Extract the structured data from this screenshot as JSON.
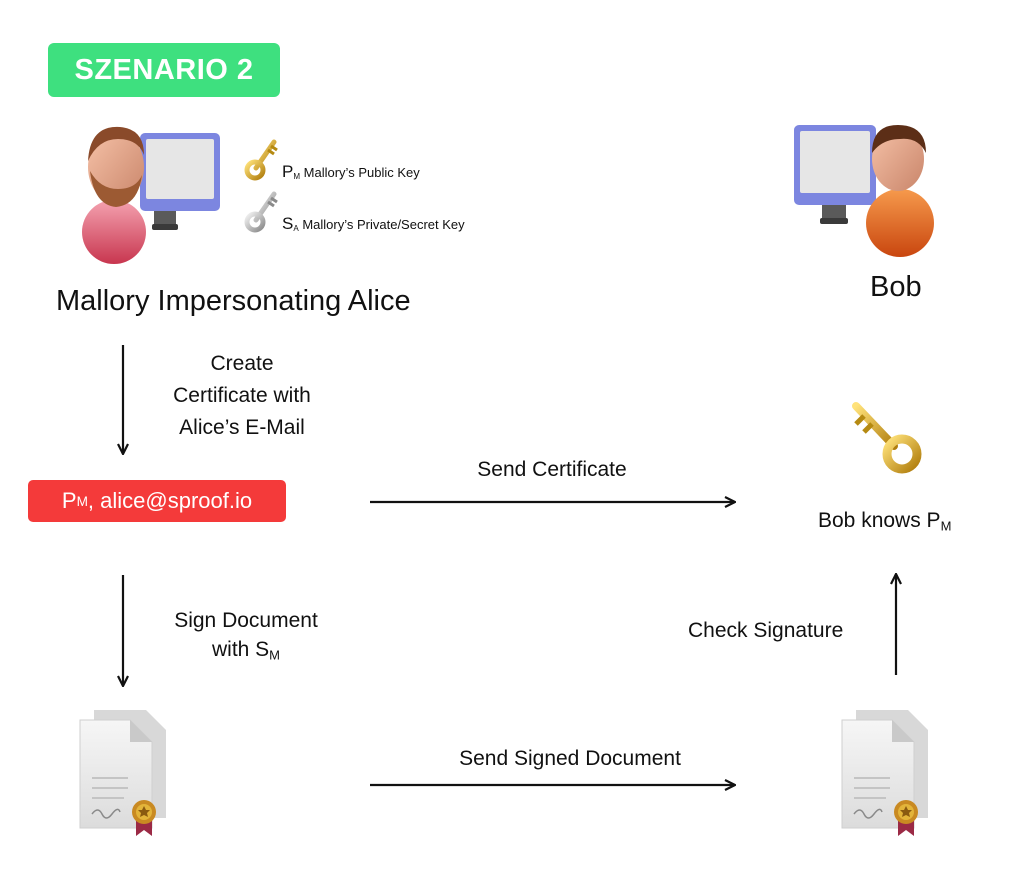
{
  "scenario_label": "SZENARIO 2",
  "mallory": {
    "title": "Mallory Impersonating Alice",
    "public_key": {
      "symbol": "P",
      "sub": "M",
      "text": " Mallory’s Public Key"
    },
    "private_key": {
      "symbol": "S",
      "sub": "A",
      "text": " Mallory’s Private/Secret Key"
    }
  },
  "bob": {
    "title": "Bob",
    "knows": {
      "text": "Bob knows P",
      "sub": "M"
    }
  },
  "steps": {
    "create_certificate": [
      "Create",
      "Certificate with",
      "Alice’s E-Mail"
    ],
    "send_certificate": "Send Certificate",
    "sign_document": {
      "line1": "Sign Document",
      "line2": "with S",
      "sub": "M"
    },
    "check_signature": "Check Signature",
    "send_signed_document": "Send Signed Document"
  },
  "certificate": {
    "symbol": "P",
    "sub": "M",
    "text": ", alice@sproof.io"
  },
  "colors": {
    "badge_green": "#3ee07f",
    "certificate_red": "#f43a3a",
    "monitor_blue": "#7c86e0",
    "key_gold": "#e2b320",
    "key_silver": "#bfbfbf",
    "person_orange": "#ea6a1c",
    "person_pink": "#e06a80"
  },
  "icons": [
    "monitor-icon",
    "mallory-avatar",
    "bob-avatar",
    "gold-key-icon",
    "silver-key-icon",
    "document-icon",
    "seal-icon",
    "arrow"
  ]
}
